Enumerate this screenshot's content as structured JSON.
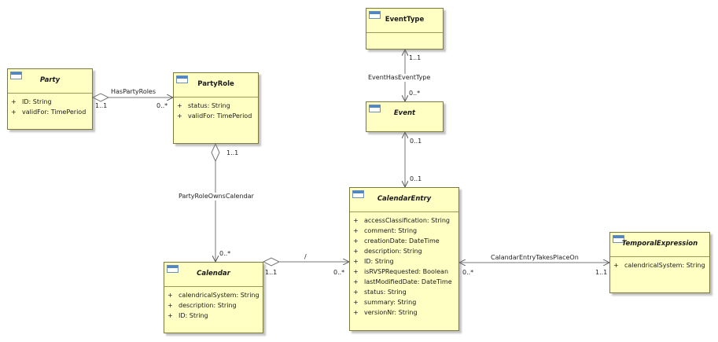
{
  "classes": {
    "party": {
      "name": "Party",
      "attributes": [
        {
          "vis": "+",
          "text": "ID: String"
        },
        {
          "vis": "+",
          "text": "validFor: TimePeriod"
        }
      ]
    },
    "party_role": {
      "name": "PartyRole",
      "attributes": [
        {
          "vis": "+",
          "text": "status: String"
        },
        {
          "vis": "+",
          "text": "validFor: TimePeriod"
        }
      ]
    },
    "event_type": {
      "name": "EventType",
      "attributes": []
    },
    "event": {
      "name": "Event",
      "attributes": []
    },
    "calendar_entry": {
      "name": "CalendarEntry",
      "attributes": [
        {
          "vis": "+",
          "text": "accessClassification: String"
        },
        {
          "vis": "+",
          "text": "comment: String"
        },
        {
          "vis": "+",
          "text": "creationDate: DateTime"
        },
        {
          "vis": "+",
          "text": "description: String"
        },
        {
          "vis": "+",
          "text": "ID: String"
        },
        {
          "vis": "+",
          "text": "isRVSPRequested: Boolean"
        },
        {
          "vis": "+",
          "text": "lastModifiedDate: DateTime"
        },
        {
          "vis": "+",
          "text": "status: String"
        },
        {
          "vis": "+",
          "text": "summary: String"
        },
        {
          "vis": "+",
          "text": "versionNr: String"
        }
      ]
    },
    "calendar": {
      "name": "Calendar",
      "attributes": [
        {
          "vis": "+",
          "text": "calendricalSystem: String"
        },
        {
          "vis": "+",
          "text": "description: String"
        },
        {
          "vis": "+",
          "text": "ID: String"
        }
      ]
    },
    "temporal_expression": {
      "name": "TemporalExpression",
      "attributes": [
        {
          "vis": "+",
          "text": "calendricalSystem: String"
        }
      ]
    }
  },
  "associations": {
    "has_party_roles": {
      "name": "HasPartyRoles",
      "source_mult": "1..1",
      "target_mult": "0..*"
    },
    "event_has_event_type": {
      "name": "EventHasEventType",
      "source_mult": "0..*",
      "target_mult": "1..1"
    },
    "event_calendar_entry": {
      "event_mult": "0..1",
      "entry_mult": "0..1"
    },
    "party_role_owns_calendar": {
      "name": "PartyRoleOwnsCalendar",
      "source_mult": "1..1",
      "target_mult": "0..*"
    },
    "calendar_entry_link": {
      "name": "/",
      "source_mult": "1..1",
      "target_mult": "0..*"
    },
    "takes_place_on": {
      "name": "CalandarEntryTakesPlaceOn",
      "source_mult": "0..*",
      "target_mult": "1..1"
    }
  },
  "colors": {
    "class_fill": "#ffffc4",
    "class_border": "#7a7a3a",
    "icon_blue": "#4f86c6",
    "line": "#6a6a6a"
  }
}
